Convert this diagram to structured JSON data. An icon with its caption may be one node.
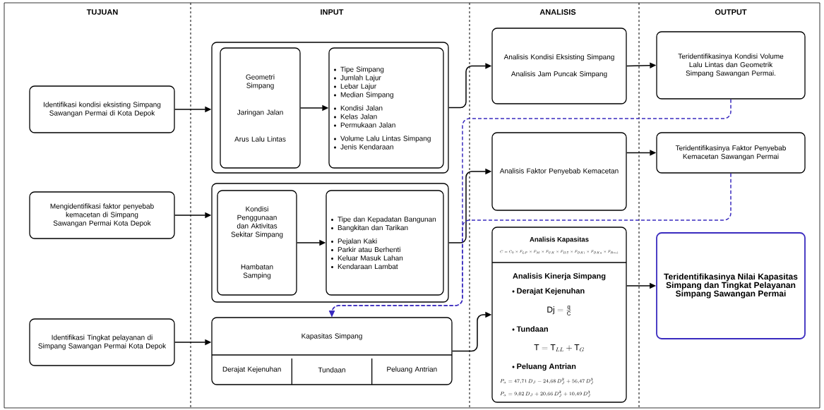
{
  "diagram": {
    "nodes": [
      {
        "text": [
          "Identifikasi kondisi eksisting Simpang Sawangan Permai di Kota Depok"
        ]
      },
      {
        "text": [
          "Mengidentifikasi faktor penyebab kemacetan di Simpang Sawangan Permai Kota Depok"
        ]
      },
      {
        "text": [
          "Identifikasi Tingkat pelayanan di Simpang Sawangan Permai Kota Depok"
        ]
      },
      {
        "text": [],
        "shape": "box"
      },
      {
        "text": [
          "Geometri Simpang",
          "Jaringan Jalan",
          "Arus Lalu Lintas"
        ],
        "in": 3
      },
      {
        "text": [
          "Tipe Simpang",
          "Jumlah Lajur",
          "Lebar Lajur",
          "Median Simpang",
          "Kondisi Jalan",
          "Kelas Jalan",
          "Permukaan Jalan",
          "Volume Lalu Lintas Simpang",
          "Jenis Kendaraan"
        ],
        "in": 3
      },
      {
        "text": [],
        "shape": "box"
      },
      {
        "text": [
          "Kondisi Penggunaan dan Aktivitas Sekitar Simpang",
          "Hambatan Samping"
        ],
        "in": 6
      },
      {
        "text": [
          "Tipe dan Kepadatan Bangunan",
          "Bangkitan dan Tarikan",
          "Pejalan Kaki",
          "Parkir atau Berhenti",
          "Keluar Masuk Lahan",
          "Kendaraan Lambat"
        ],
        "in": 6
      },
      {
        "text": [
          "Kapasitas Simpang",
          "Derajat Kejenuhan",
          "Tundaan",
          "Peluang Antrian"
        ]
      },
      {
        "text": [
          "Analisis Kondisi Eksisting Simpang",
          "Analisis Jam Puncak Simpang"
        ]
      },
      {
        "text": [
          "Analisis Faktor Penyebab Kemacetan"
        ]
      },
      {
        "text": [
          "Analisis Kapasitas",
          "C = C_0 \\times F_{LP} \\times F_{M} \\times F_{UK} \\times F_{HS} \\times F_{BKi} \\times F_{BKa} \\times F_{Rmi}",
          "Analisis Kinerja Simpang",
          "Derajat Kejenuhan",
          "\\mathrm{Dj} = \\frac{\\mathrm{q}}{\\mathrm{C}}",
          "Tundaan",
          "\\mathrm{T} = \\mathrm{T}_{LL} + \\mathrm{T}_{G}",
          "Peluang Antrian",
          "P_a = 47{,}71\\,D_J - 24{,}68\\,D_J^2 + 56{,}47\\,D_J^3",
          "P_a = 9{,}02\\,D_J + 20{,}66\\,D_J^2 + 10{,}49\\,D_J^3"
        ]
      },
      {
        "text": [
          "Teridentifikasinya Kondisi Volume Lalu Lintas dan Geometrik Simpang Sawangan Permai."
        ]
      },
      {
        "text": [
          "Teridentifikasinya Faktor Penyebab Kemacetan Sawangan Permai"
        ]
      },
      {
        "text": [
          "Teridentifikasinya Nilai Kapasitas Simpang dan Tingkat Pelayanan Simpang Sawangan Permai"
        ]
      }
    ],
    "edges": [
      {
        "from": 0,
        "to": 3,
        "arrow": "to"
      },
      {
        "from": 1,
        "to": 6,
        "arrow": "to"
      },
      {
        "from": 2,
        "to": 9,
        "arrow": "to"
      },
      {
        "from": 4,
        "to": 5,
        "arrow": "to"
      },
      {
        "from": 7,
        "to": 8,
        "arrow": "to"
      },
      {
        "from": 3,
        "to": 10,
        "arrow": "to"
      },
      {
        "from": 6,
        "to": 11,
        "arrow": "to"
      },
      {
        "from": 9,
        "to": 12,
        "arrow": "to"
      },
      {
        "from": 10,
        "to": 13,
        "arrow": "to"
      },
      {
        "from": 11,
        "to": 14,
        "arrow": "to"
      },
      {
        "from": 12,
        "to": 15,
        "arrow": "to"
      },
      {
        "from": 13,
        "to": 9,
        "arrow": "to",
        "style": "dashed",
        "color": "#3a2bbf"
      },
      {
        "from": 14,
        "to": 9,
        "arrow": "to",
        "style": "dashed",
        "color": "#3a2bbf"
      }
    ],
    "labels": [
      "TUJUAN",
      "INPUT",
      "ANALISIS",
      "OUTPUT"
    ]
  }
}
